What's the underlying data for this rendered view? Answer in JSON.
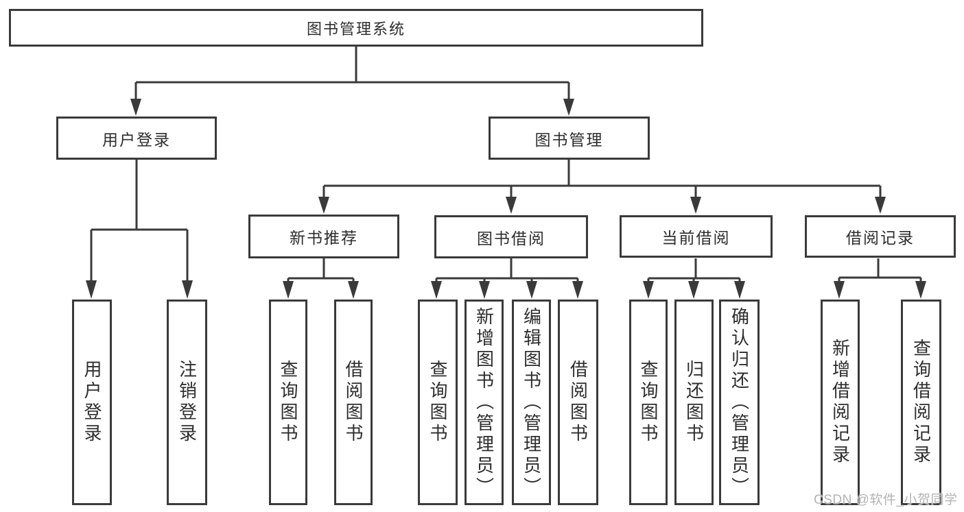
{
  "page": {
    "background": "#ffffff"
  },
  "chart": {
    "type": "hierarchy-diagram",
    "line_color": "#3a3a3a",
    "text_color": "#2d2d2d",
    "root": {
      "label": "图书管理系统"
    },
    "branches": [
      {
        "label": "用户登录",
        "children": [
          "用户登录",
          "注销登录"
        ]
      },
      {
        "label": "图书管理",
        "sections": [
          {
            "label": "新书推荐",
            "children": [
              "查询图书",
              "借阅图书"
            ]
          },
          {
            "label": "图书借阅",
            "children": [
              "查询图书",
              "新增图书（管理员）",
              "编辑图书（管理员）",
              "借阅图书"
            ]
          },
          {
            "label": "当前借阅",
            "children": [
              "查询图书",
              "归还图书",
              "确认归还（管理员）"
            ]
          },
          {
            "label": "借阅记录",
            "children": [
              "新增借阅记录",
              "查询借阅记录"
            ]
          }
        ]
      }
    ]
  },
  "watermark": {
    "text": "CSDN @软件_小贺同学",
    "color": "#adadad"
  }
}
